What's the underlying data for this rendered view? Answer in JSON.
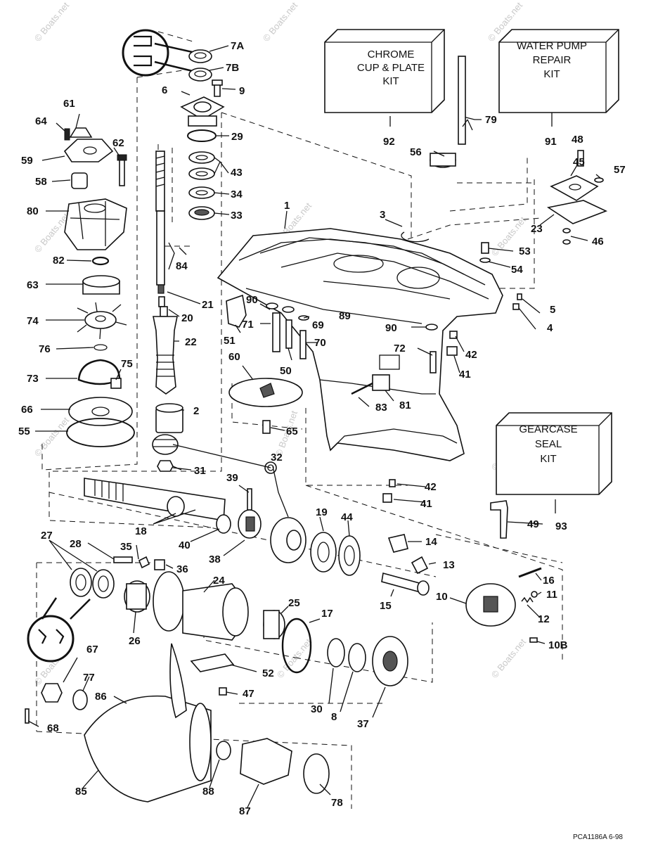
{
  "kits": [
    {
      "id": "chrome-cup-plate-kit",
      "lines": [
        "CHROME",
        "CUP & PLATE",
        "KIT"
      ]
    },
    {
      "id": "water-pump-repair-kit",
      "lines": [
        "WATER PUMP",
        "REPAIR",
        "KIT"
      ]
    },
    {
      "id": "gearcase-seal-kit",
      "lines": [
        "GEARCASE",
        "SEAL",
        "KIT"
      ]
    }
  ],
  "labels": [
    "7A",
    "7B",
    "9",
    "6",
    "29",
    "43",
    "34",
    "33",
    "61",
    "64",
    "62",
    "59",
    "58",
    "80",
    "82",
    "63",
    "74",
    "76",
    "73",
    "75",
    "66",
    "55",
    "84",
    "21",
    "20",
    "22",
    "2",
    "1",
    "3",
    "92",
    "56",
    "79",
    "91",
    "48",
    "45",
    "57",
    "23",
    "46",
    "53",
    "54",
    "5",
    "4",
    "90",
    "71",
    "89",
    "69",
    "51",
    "70",
    "50",
    "72",
    "42",
    "41",
    "60",
    "83",
    "81",
    "65",
    "32",
    "31",
    "39",
    "42",
    "41",
    "49",
    "93",
    "18",
    "40",
    "38",
    "19",
    "44",
    "14",
    "13",
    "27",
    "28",
    "35",
    "36",
    "24",
    "16",
    "15",
    "10",
    "11",
    "12",
    "25",
    "17",
    "26",
    "10B",
    "52",
    "47",
    "67",
    "77",
    "86",
    "68",
    "30",
    "8",
    "37",
    "85",
    "88",
    "87",
    "78"
  ],
  "watermark": "© Boats.net",
  "diagram_ref": "PCA1186A   6-98"
}
